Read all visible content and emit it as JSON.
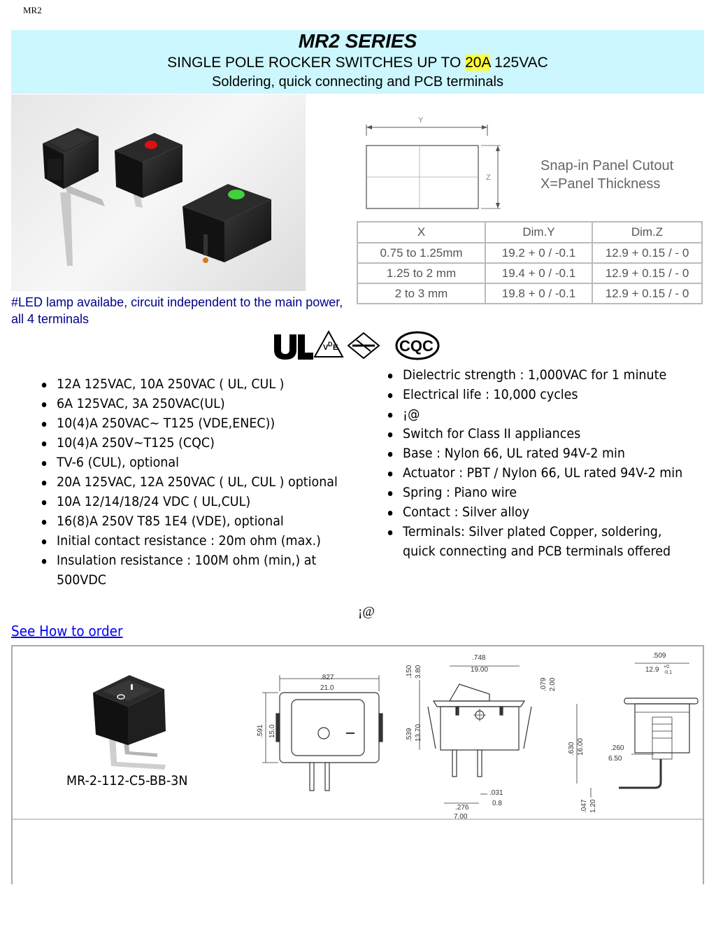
{
  "page_label": "MR2",
  "header": {
    "title": "MR2 SERIES",
    "subtitle_before": "SINGLE POLE ROCKER SWITCHES UP TO ",
    "subtitle_highlight": "20A",
    "subtitle_after": " 125VAC",
    "subtitle2": "Soldering, quick connecting and PCB terminals"
  },
  "led_note": "#LED lamp availabe, circuit independent to the main power, all 4 terminals",
  "cutout": {
    "label_line1": "Snap-in Panel Cutout",
    "label_line2": "X=Panel Thickness",
    "dim_y": "Y",
    "dim_z": "Z"
  },
  "dimension_table": {
    "headers": [
      "X",
      "Dim.Y",
      "Dim.Z"
    ],
    "rows": [
      [
        "0.75  to  1.25mm",
        "19.2 + 0 / -0.1",
        "12.9 + 0.15 / - 0"
      ],
      [
        "1.25  to  2  mm",
        "19.4 + 0 / -0.1",
        "12.9 + 0.15 / - 0"
      ],
      [
        "2  to  3  mm",
        "19.8 + 0 / -0.1",
        "12.9 + 0.15 / - 0"
      ]
    ]
  },
  "cert_logos": [
    "ul-logo",
    "vde-logo",
    "enec-logo",
    "cqc-logo"
  ],
  "cert_text": {
    "cqc": "CQC"
  },
  "specs_left": [
    "12A 125VAC, 10A 250VAC ( UL, CUL )",
    "6A 125VAC, 3A 250VAC(UL)",
    "10(4)A 250VAC~ T125 (VDE,ENEC))",
    "10(4)A 250V~T125 (CQC)",
    "TV-6 (CUL), optional",
    "20A 125VAC, 12A 250VAC ( UL, CUL ) optional",
    "10A 12/14/18/24 VDC ( UL,CUL)",
    "16(8)A 250V T85 1E4 (VDE), optional",
    "Initial contact resistance : 20m ohm (max.)",
    "Insulation resistance : 100M ohm (min,) at 500VDC"
  ],
  "specs_right": [
    "Dielectric strength : 1,000VAC for 1 minute",
    "Electrical life : 10,000 cycles",
    "¡@",
    "Switch for Class II appliances",
    "Base : Nylon 66, UL rated 94V-2 min",
    "Actuator : PBT / Nylon 66, UL rated 94V-2 min",
    "Spring : Piano wire",
    "Contact : Silver alloy",
    "Terminals: Silver plated Copper, soldering, quick connecting and PCB terminals offered"
  ],
  "misc_char": "¡@",
  "order_link": "See How to order",
  "product": {
    "code": "MR-2-112-C5-BB-3N",
    "drawing_labels": {
      "w_in": ".827",
      "w_mm": "21.0",
      "h_in": ".591",
      "h_mm": "15.0",
      "top_in": ".748",
      "top_mm": "19.00",
      "a_in": ".150",
      "a_mm": "3.80",
      "b_in": ".079",
      "b_mm": "2.00",
      "c_in": ".539",
      "c_mm": "13.70",
      "d_in": ".276",
      "d_mm": "7.00",
      "e_in": ".031",
      "e_mm": "0.8",
      "side_in": ".509",
      "side_mm": "12.9",
      "side_tol_plus": "+0",
      "side_tol_minus": "-0.1",
      "f_in": ".630",
      "f_mm": "16.00",
      "g_in": ".260",
      "g_mm": "6.50",
      "h2_in": ".047",
      "h2_mm": "1.20"
    }
  }
}
